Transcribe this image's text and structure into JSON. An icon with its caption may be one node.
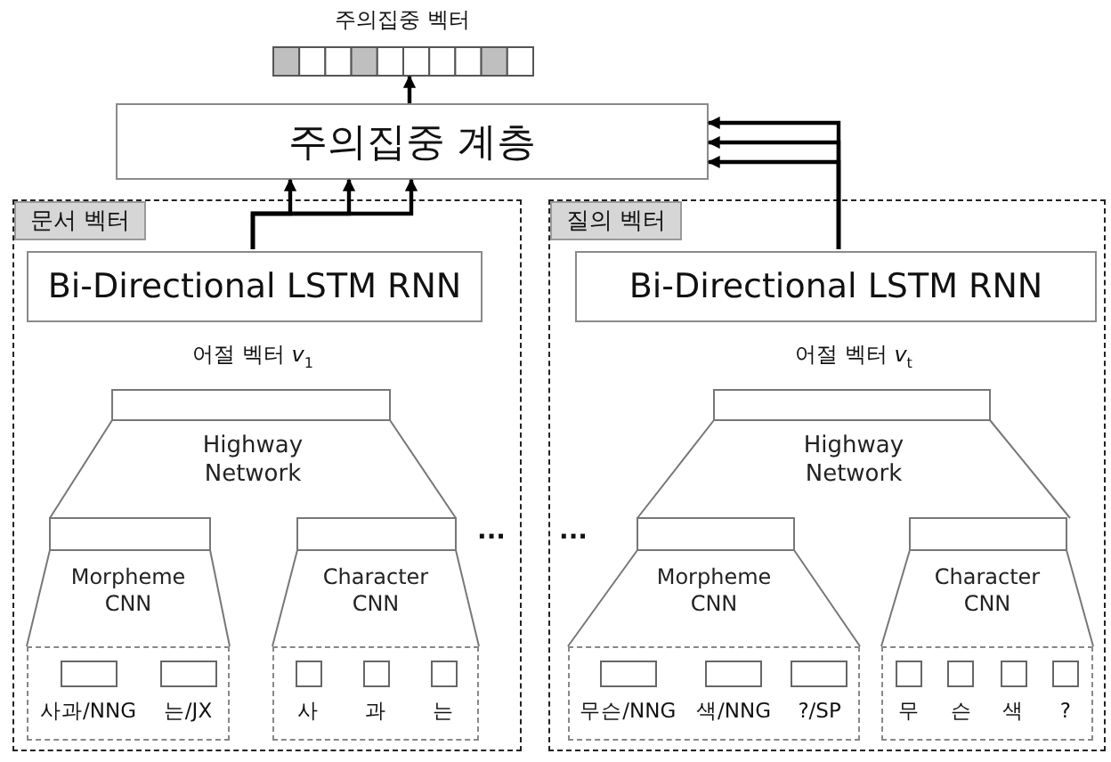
{
  "diagram": {
    "nodes": [
      {
        "text": [
          "주의집중 벡터"
        ]
      },
      {
        "text": [
          "주의집중 계층"
        ]
      },
      {
        "text": [
          "문서 벡터"
        ]
      },
      {
        "text": [
          "Bi-Directional LSTM RNN"
        ],
        "in": 2
      },
      {
        "text": [
          "어절 벡터 *v*$_{1}$",
          "Highway Network"
        ],
        "in": 2
      },
      {
        "text": [
          "Morpheme CNN"
        ],
        "in": 2
      },
      {
        "text": [
          "Character CNN"
        ],
        "in": 2
      },
      {
        "text": [
          "사과/NNG",
          "는/JX"
        ],
        "in": 2
      },
      {
        "text": [
          "사",
          "과",
          "는"
        ],
        "in": 2
      },
      {
        "text": [
          "질의 벡터"
        ]
      },
      {
        "text": [
          "Bi-Directional LSTM RNN"
        ],
        "in": 9
      },
      {
        "text": [
          "어절 벡터 *v*$_{t}$",
          "Highway Network"
        ],
        "in": 9
      },
      {
        "text": [
          "Morpheme CNN"
        ],
        "in": 9
      },
      {
        "text": [
          "Character CNN"
        ],
        "in": 9
      },
      {
        "text": [
          "무슨/NNG",
          "색/NNG",
          "?/SP"
        ],
        "in": 9
      },
      {
        "text": [
          "무",
          "슨",
          "색",
          "?"
        ],
        "in": 9
      }
    ],
    "edges": [
      {
        "from": 1,
        "to": 0,
        "arrow": "to"
      },
      {
        "from": 3,
        "to": 1,
        "arrow": "to"
      },
      {
        "from": 3,
        "to": 1,
        "arrow": "to"
      },
      {
        "from": 3,
        "to": 1,
        "arrow": "to"
      },
      {
        "from": 10,
        "to": 1,
        "arrow": "to"
      },
      {
        "from": 10,
        "to": 1,
        "arrow": "to"
      },
      {
        "from": 10,
        "to": 1,
        "arrow": "to"
      }
    ],
    "labels": [
      "···",
      "···"
    ]
  }
}
